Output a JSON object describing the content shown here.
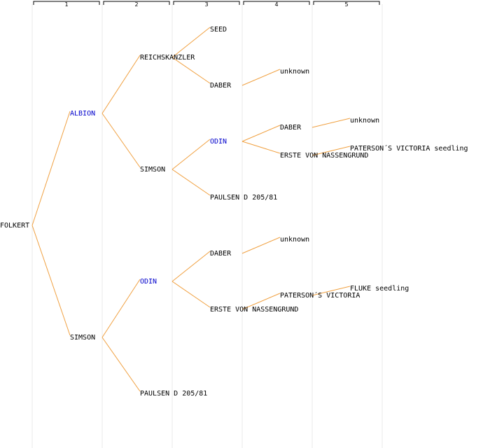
{
  "columns": [
    "1",
    "2",
    "3",
    "4",
    "5"
  ],
  "colors": {
    "background": "#ffffff",
    "edge": "#f0a040",
    "text": "#000000",
    "link": "#0000cc",
    "column_rule": "#e8e8e8",
    "header_bracket": "#000000"
  },
  "nodes": [
    {
      "id": "n0",
      "label": "FOLKERT",
      "generation": 0,
      "link": false
    },
    {
      "id": "n1",
      "label": "ALBION",
      "generation": 1,
      "link": true
    },
    {
      "id": "n2",
      "label": "SIMSON",
      "generation": 1,
      "link": false
    },
    {
      "id": "n3",
      "label": "REICHSKANZLER",
      "generation": 2,
      "link": false
    },
    {
      "id": "n4",
      "label": "SIMSON",
      "generation": 2,
      "link": false
    },
    {
      "id": "n5",
      "label": "ODIN",
      "generation": 2,
      "link": true
    },
    {
      "id": "n6",
      "label": "PAULSEN D 205/81",
      "generation": 2,
      "link": false
    },
    {
      "id": "n7",
      "label": "SEED",
      "generation": 3,
      "link": false
    },
    {
      "id": "n8",
      "label": "DABER",
      "generation": 3,
      "link": false
    },
    {
      "id": "n9",
      "label": "ODIN",
      "generation": 3,
      "link": true
    },
    {
      "id": "n10",
      "label": "PAULSEN D 205/81",
      "generation": 3,
      "link": false
    },
    {
      "id": "n11",
      "label": "DABER",
      "generation": 3,
      "link": false
    },
    {
      "id": "n12",
      "label": "ERSTE VON NASSENGRUND",
      "generation": 3,
      "link": false
    },
    {
      "id": "n13",
      "label": "unknown",
      "generation": 4,
      "link": false
    },
    {
      "id": "n14",
      "label": "DABER",
      "generation": 4,
      "link": false
    },
    {
      "id": "n15",
      "label": "ERSTE VON NASSENGRUND",
      "generation": 4,
      "link": false
    },
    {
      "id": "n16",
      "label": "unknown",
      "generation": 4,
      "link": false
    },
    {
      "id": "n17",
      "label": "PATERSON´S VICTORIA",
      "generation": 4,
      "link": false
    },
    {
      "id": "n18",
      "label": "unknown",
      "generation": 5,
      "link": false
    },
    {
      "id": "n19",
      "label": "PATERSON´S VICTORIA seedling",
      "generation": 5,
      "link": false
    },
    {
      "id": "n20",
      "label": "FLUKE seedling",
      "generation": 5,
      "link": false
    }
  ],
  "edges": [
    [
      "n0",
      "n1"
    ],
    [
      "n0",
      "n2"
    ],
    [
      "n1",
      "n3"
    ],
    [
      "n1",
      "n4"
    ],
    [
      "n2",
      "n5"
    ],
    [
      "n2",
      "n6"
    ],
    [
      "n3",
      "n7"
    ],
    [
      "n3",
      "n8"
    ],
    [
      "n4",
      "n9"
    ],
    [
      "n4",
      "n10"
    ],
    [
      "n5",
      "n11"
    ],
    [
      "n5",
      "n12"
    ],
    [
      "n8",
      "n13"
    ],
    [
      "n9",
      "n14"
    ],
    [
      "n9",
      "n15"
    ],
    [
      "n11",
      "n16"
    ],
    [
      "n12",
      "n17"
    ],
    [
      "n14",
      "n18"
    ],
    [
      "n15",
      "n19"
    ],
    [
      "n17",
      "n20"
    ]
  ]
}
